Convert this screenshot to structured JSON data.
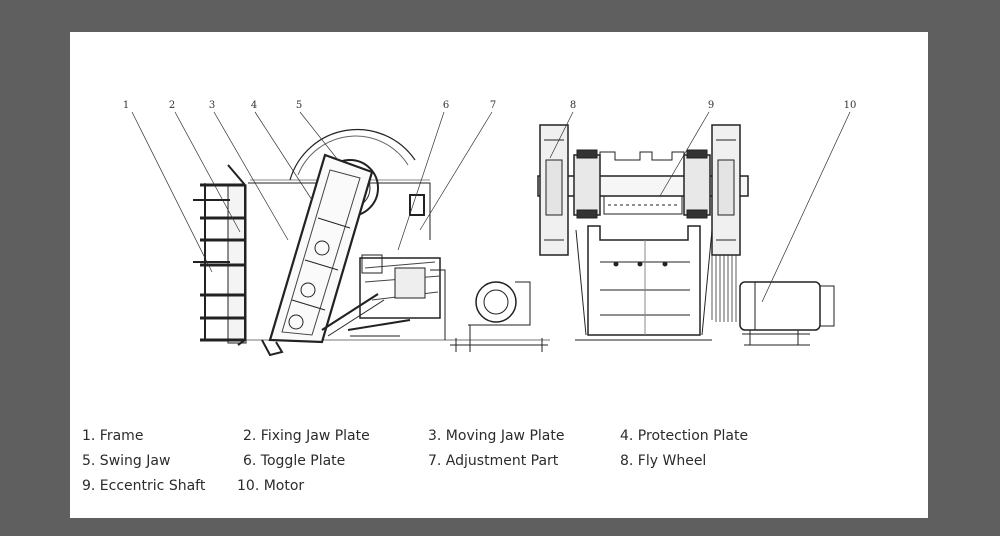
{
  "diagram": {
    "callouts": [
      "1",
      "2",
      "3",
      "4",
      "5",
      "6",
      "7",
      "8",
      "9",
      "10"
    ]
  },
  "legend": [
    "1. Frame",
    "2. Fixing Jaw Plate",
    "3. Moving Jaw Plate",
    "4. Protection Plate",
    "5. Swing Jaw",
    "6. Toggle Plate",
    "7. Adjustment Part",
    "8. Fly Wheel",
    "9. Eccentric Shaft",
    "10. Motor"
  ],
  "colors": {
    "frame": "#5f5f5f",
    "paper": "#ffffff",
    "ink": "#1e1e1e"
  }
}
